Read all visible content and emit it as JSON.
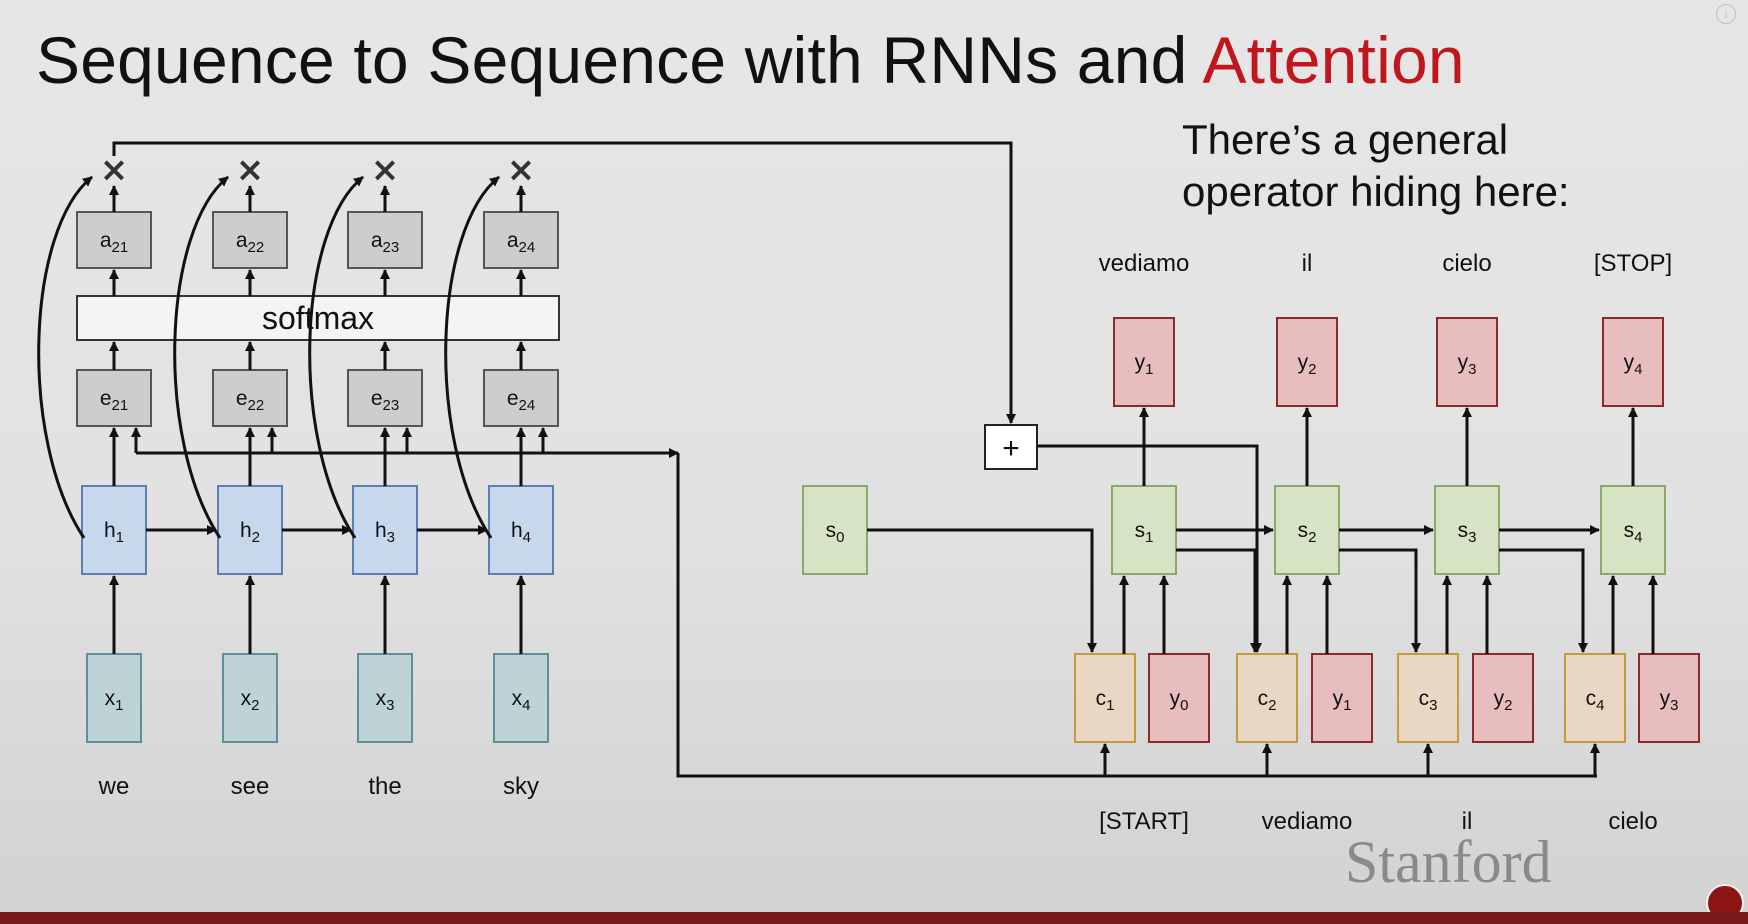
{
  "title": {
    "main": "Sequence to Sequence with RNNs and",
    "accent": "Attention"
  },
  "caption": {
    "line1": "There’s a general",
    "line2": "operator hiding here:"
  },
  "encoder": {
    "softmax_label": "softmax",
    "words": [
      "we",
      "see",
      "the",
      "sky"
    ],
    "inputs": [
      [
        "x",
        "1"
      ],
      [
        "x",
        "2"
      ],
      [
        "x",
        "3"
      ],
      [
        "x",
        "4"
      ]
    ],
    "hidden": [
      [
        "h",
        "1"
      ],
      [
        "h",
        "2"
      ],
      [
        "h",
        "3"
      ],
      [
        "h",
        "4"
      ]
    ],
    "scores": [
      [
        "e",
        "21"
      ],
      [
        "e",
        "22"
      ],
      [
        "e",
        "23"
      ],
      [
        "e",
        "24"
      ]
    ],
    "weights": [
      [
        "a",
        "21"
      ],
      [
        "a",
        "22"
      ],
      [
        "a",
        "23"
      ],
      [
        "a",
        "24"
      ]
    ]
  },
  "decoder": {
    "initial_state": [
      "s",
      "0"
    ],
    "states": [
      [
        "s",
        "1"
      ],
      [
        "s",
        "2"
      ],
      [
        "s",
        "3"
      ],
      [
        "s",
        "4"
      ]
    ],
    "outputs": [
      [
        "y",
        "1"
      ],
      [
        "y",
        "2"
      ],
      [
        "y",
        "3"
      ],
      [
        "y",
        "4"
      ]
    ],
    "contexts": [
      [
        "c",
        "1"
      ],
      [
        "c",
        "2"
      ],
      [
        "c",
        "3"
      ],
      [
        "c",
        "4"
      ]
    ],
    "prev_outputs": [
      [
        "y",
        "0"
      ],
      [
        "y",
        "1"
      ],
      [
        "y",
        "2"
      ],
      [
        "y",
        "3"
      ]
    ],
    "output_words": [
      "vediamo",
      "il",
      "cielo",
      "[STOP]"
    ],
    "input_words": [
      "[START]",
      "vediamo",
      "il",
      "cielo"
    ]
  },
  "operators": {
    "multiply": "×",
    "add": "+"
  },
  "branding": {
    "wordmark": "Stanford",
    "info": "i"
  },
  "colors": {
    "accent": "#c0161c",
    "input_box": "#bdd3d8",
    "hidden_box": "#c8d8ec",
    "gray_box": "#cdcdcd",
    "state_box": "#d6e3c5",
    "output_box": "#e7bdbd",
    "context_box": "#ead7c3",
    "bottom_bar": "#7a1a1a"
  }
}
